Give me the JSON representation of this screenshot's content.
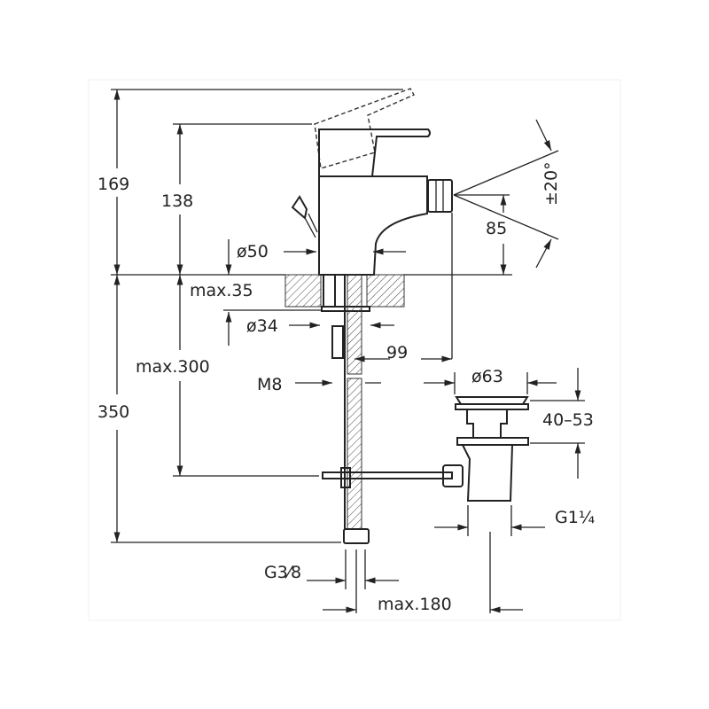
{
  "drawing": {
    "title": "Bidet mixer technical drawing",
    "dimensions": {
      "height_total": "169",
      "height_lever": "138",
      "spout_height": "85",
      "spray_angle": "±20°",
      "body_diameter": "ø50",
      "max_countertop": "max.35",
      "hole_diameter": "ø34",
      "spout_reach": "99",
      "max_rod": "max.300",
      "rod_thread": "M8",
      "hose_length": "350",
      "drain_diameter": "ø63",
      "drain_range": "40–53",
      "drain_thread": "G1¼",
      "hose_thread": "G3⁄8",
      "max_distance": "max.180"
    }
  }
}
